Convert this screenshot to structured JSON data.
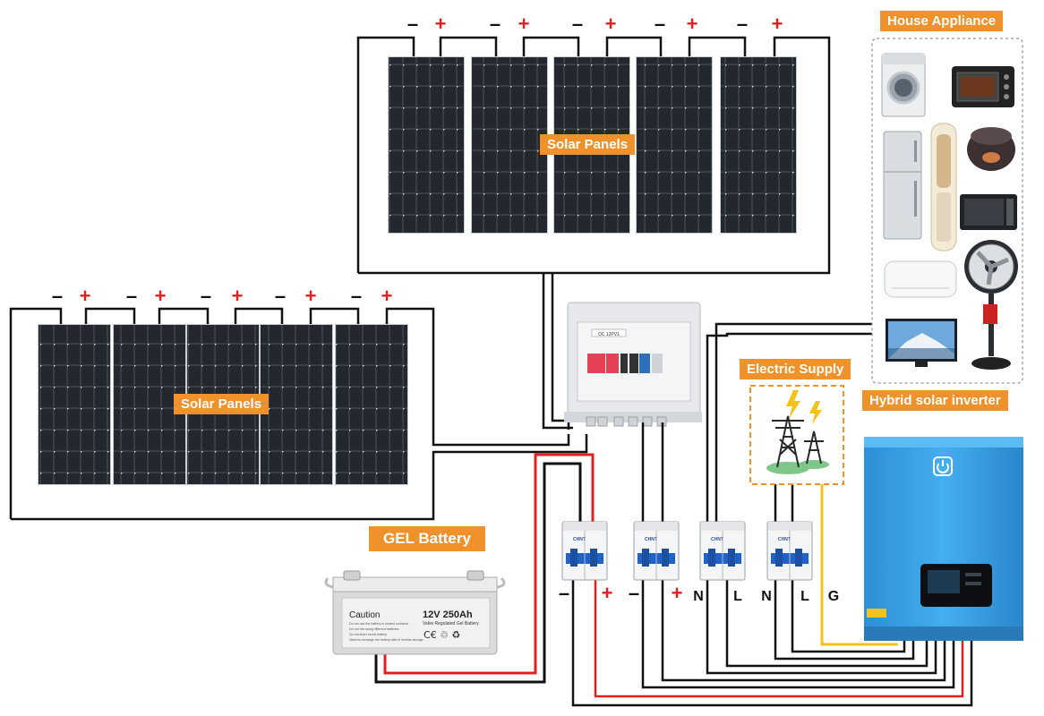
{
  "labels": {
    "solar_panels_top": "Solar Panels",
    "solar_panels_left": "Solar Panels",
    "house_appliance": "House Appliance",
    "electric_supply": "Electric Supply",
    "hybrid_inverter": "Hybrid solar inverter",
    "gel_battery": "GEL Battery"
  },
  "battery": {
    "caution": "Caution",
    "capacity": "12V 250Ah",
    "type": "Valve Regulated Gel Battery",
    "fine_print": [
      "Do not use the battery in sealed container",
      "Do not mix using different batteries",
      "Do not short-circuit battery",
      "Need to recharge the battery after 6 months storage"
    ]
  },
  "polarity": {
    "minus": "–",
    "plus": "+"
  },
  "terminals": [
    "N",
    "L",
    "N",
    "L",
    "G"
  ],
  "breaker_brand": "CHNT",
  "combiner_label": "DC 12PV1",
  "colors": {
    "tag_orange": "#f0922b",
    "plus_red": "#e02020",
    "wire_black": "#111111",
    "wire_red": "#e02020",
    "wire_yellow": "#f2c21b",
    "inverter_blue": "#3aa4e6",
    "panel_dark": "#1a1d22"
  },
  "icons": [
    "washing-machine-icon",
    "toaster-oven-icon",
    "refrigerator-icon",
    "air-conditioner-tower-icon",
    "rice-cooker-icon",
    "microwave-icon",
    "wall-ac-icon",
    "standing-fan-icon",
    "tv-icon",
    "power-tower-icon",
    "lightning-icon",
    "power-button-icon"
  ]
}
